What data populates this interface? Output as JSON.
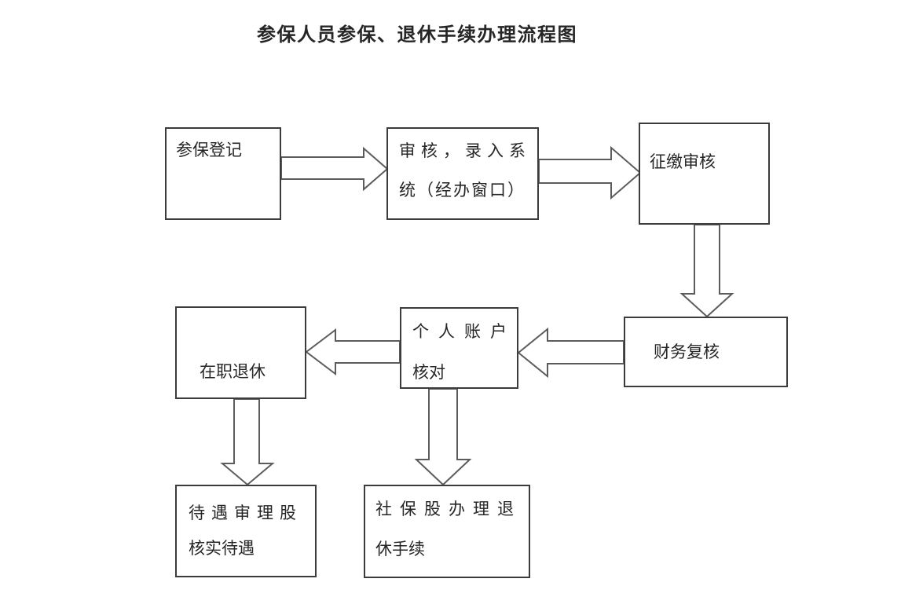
{
  "title": "参保人员参保、退休手续办理流程图",
  "colors": {
    "background": "#ffffff",
    "box_border": "#3c3c3c",
    "arrow_outline": "#5c5c5c",
    "text": "#262626"
  },
  "nodes": [
    {
      "id": "canbao-dengji",
      "label": "参保登记",
      "lines": [
        "参保登记"
      ]
    },
    {
      "id": "shenhe-luru",
      "label": "审核，录入系统（经办窗口）",
      "lines": [
        "审核，录入系",
        "统（经办窗口）"
      ]
    },
    {
      "id": "zhengjiao-shenhe",
      "label": "征缴审核",
      "lines": [
        "征缴审核"
      ]
    },
    {
      "id": "caiwu-fuhe",
      "label": "财务复核",
      "lines": [
        "财务复核"
      ]
    },
    {
      "id": "geren-zhanghu",
      "label": "个人账户核对",
      "lines": [
        "个人账户",
        "核对"
      ]
    },
    {
      "id": "zaizhi-tuixiu",
      "label": "在职退休",
      "lines": [
        "在职退休"
      ]
    },
    {
      "id": "daiyu-shenli",
      "label": "待遇审理股核实待遇",
      "lines": [
        "待遇审理股",
        "核实待遇"
      ]
    },
    {
      "id": "shebao-gu",
      "label": "社保股办理退休手续",
      "lines": [
        "社保股办理退",
        "休手续"
      ]
    }
  ],
  "edges": [
    {
      "from": "参保登记",
      "to": "审核，录入系统（经办窗口）",
      "direction": "right"
    },
    {
      "from": "审核，录入系统（经办窗口）",
      "to": "征缴审核",
      "direction": "right"
    },
    {
      "from": "征缴审核",
      "to": "财务复核",
      "direction": "down"
    },
    {
      "from": "财务复核",
      "to": "个人账户核对",
      "direction": "left"
    },
    {
      "from": "个人账户核对",
      "to": "在职退休",
      "direction": "left"
    },
    {
      "from": "在职退休",
      "to": "待遇审理股核实待遇",
      "direction": "down"
    },
    {
      "from": "个人账户核对",
      "to": "社保股办理退休手续",
      "direction": "down"
    }
  ]
}
